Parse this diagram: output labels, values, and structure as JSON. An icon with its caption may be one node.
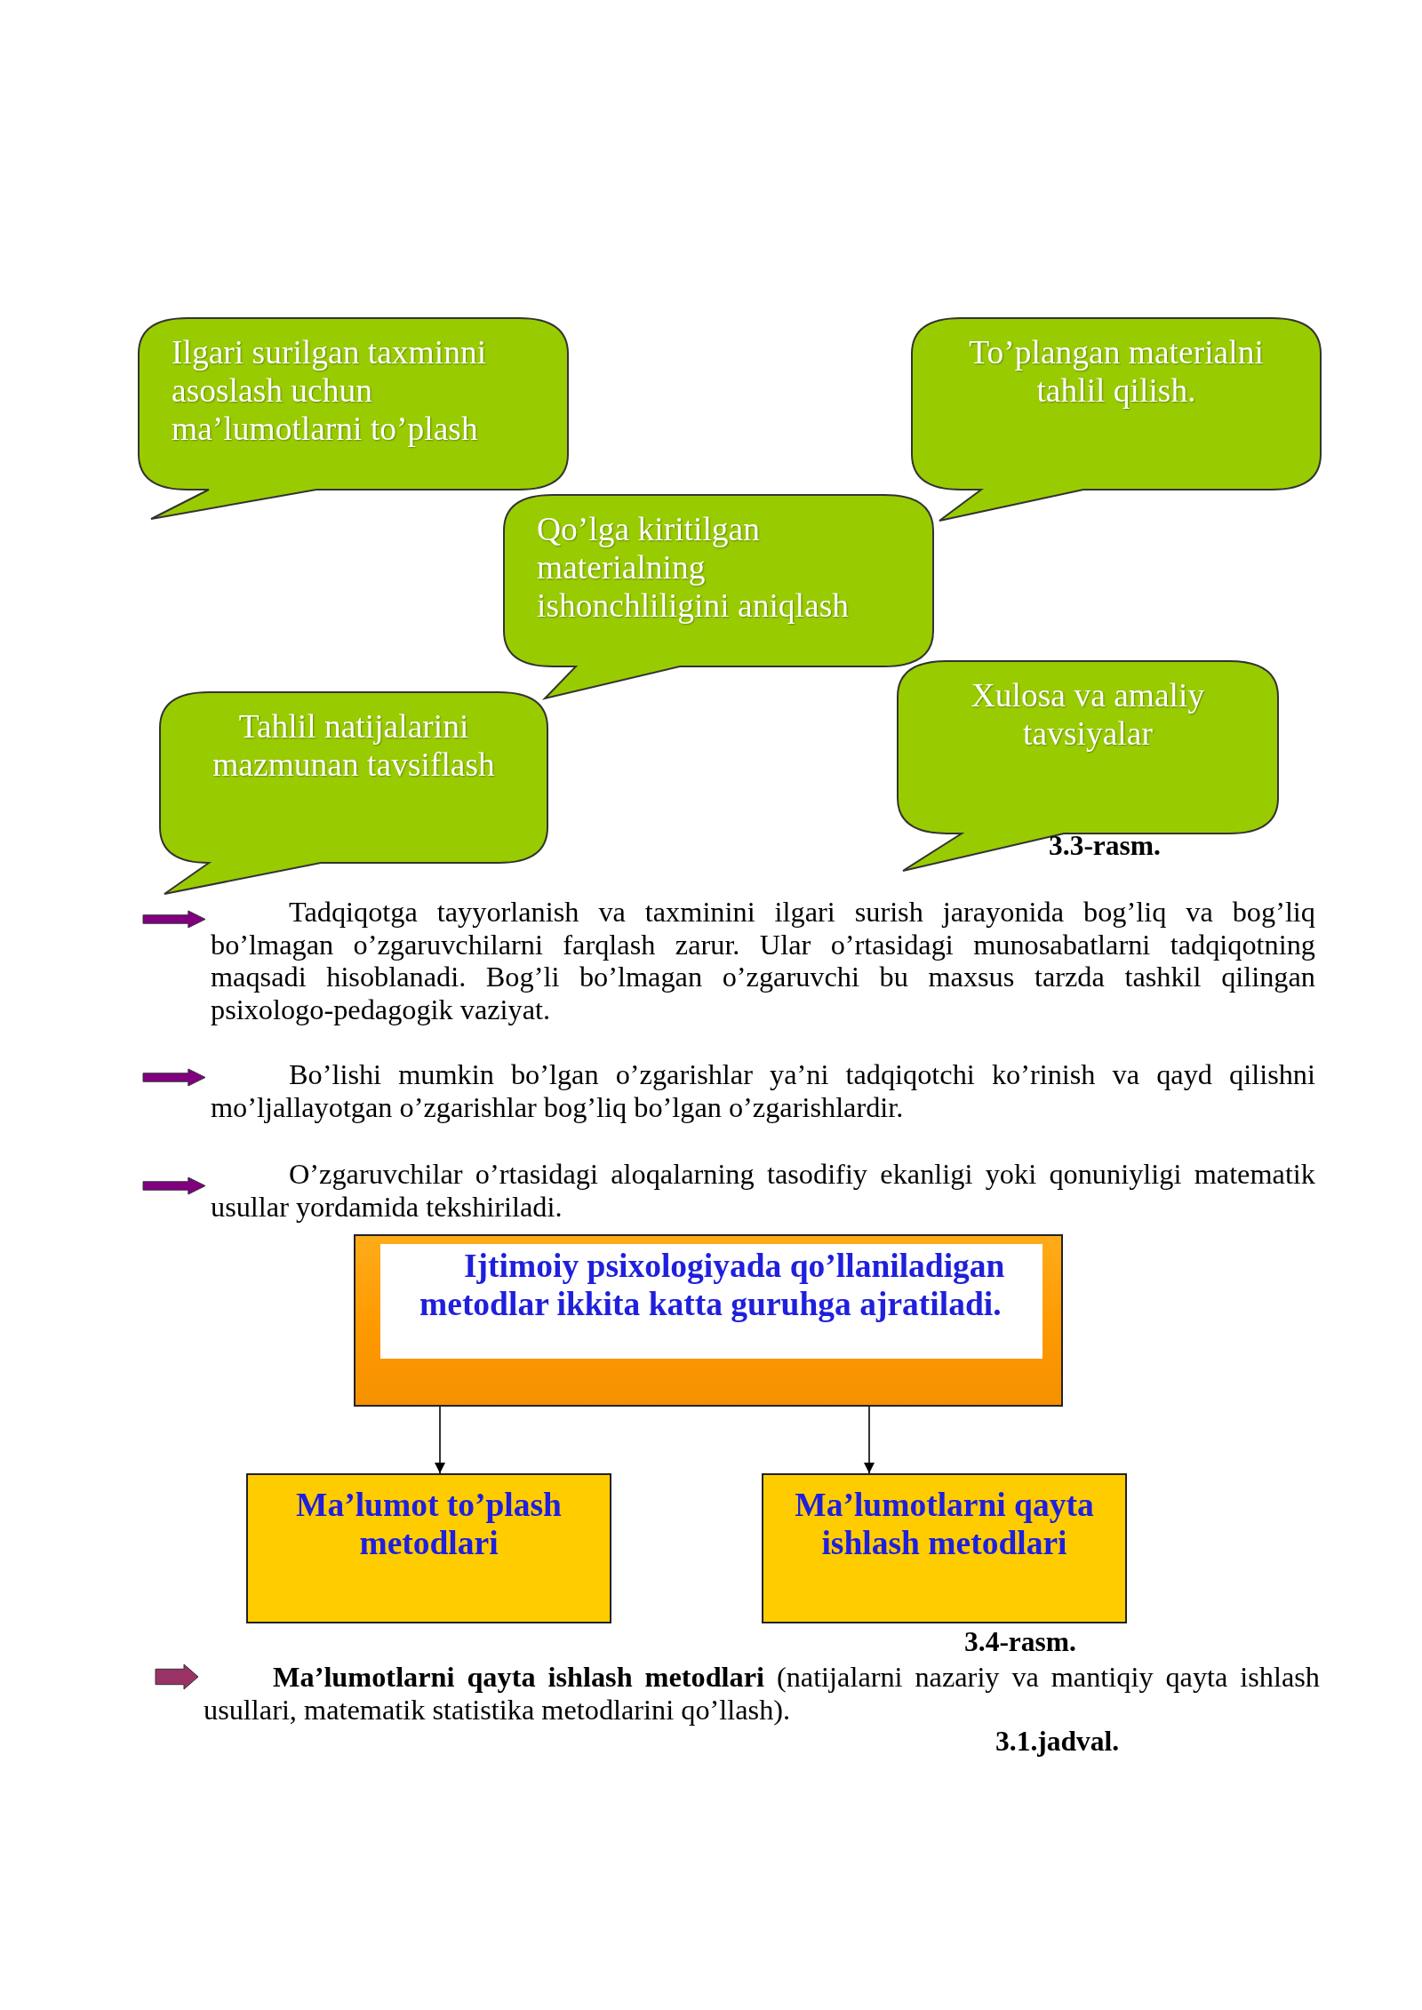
{
  "diagram": {
    "nodes": [
      {
        "text": [
          "Ilgari surilgan taxminni asoslash uchun ma’lumotlarni to’plash"
        ]
      },
      {
        "text": [
          "To’plangan materialni tahlil qilish."
        ]
      },
      {
        "text": [
          "Qo’lga kiritilgan materialning ishonchliligini aniqlash"
        ]
      },
      {
        "text": [
          "Tahlil natijalarini mazmunan tavsiflash"
        ]
      },
      {
        "text": [
          "Xulosa va amaliy tavsiyalar"
        ]
      },
      {
        "text": [
          "**Ijtimoiy psixologiyada qo’llaniladigan metodlar ikkita katta guruhga ajratiladi**."
        ]
      },
      {
        "text": [
          "Ma’lumot to’plash metodlari"
        ]
      },
      {
        "text": [
          "Ma’lumotlarni qayta ishlash metodlari"
        ]
      }
    ],
    "edges": [
      {
        "from": 5,
        "to": 6,
        "arrow": "to"
      },
      {
        "from": 5,
        "to": 7,
        "arrow": "to"
      }
    ],
    "labels": [
      "3.3-rasm.",
      "Tadqiqotga tayyorlanish va taxminini ilgari surish jarayonida bog’liq va bog’liq bo’lmagan o’zgaruvchilarni farqlash zarur. Ular o’rtasidagi munosabatlarni tadqiqotning maqsadi hisoblanadi. Bog’li bo’lmagan o’zgaruvchi bu maxsus tarzda tashkil qilingan psixologo-pedagogik vaziyat.",
      "Bo’lishi mumkin bo’lgan o’zgarishlar ya’ni tadqiqotchi ko’rinish va qayd qilishni mo’ljallayotgan o’zgarishlar bog’liq bo’lgan o’zgarishlardir.",
      "O’zgaruvchilar o’rtasidagi aloqalarning tasodifiy ekanligi yoki qonuniyligi matematik usullar yordamida tekshiriladi.",
      "3.4-rasm.",
      "**Ma’lumotlarni qayta ishlash metodlari** (natijalarni nazariy va mantiqiy qayta ishlash usullari, matematik statistika metodlarini qo’llash).",
      "3.1.jadval."
    ]
  }
}
